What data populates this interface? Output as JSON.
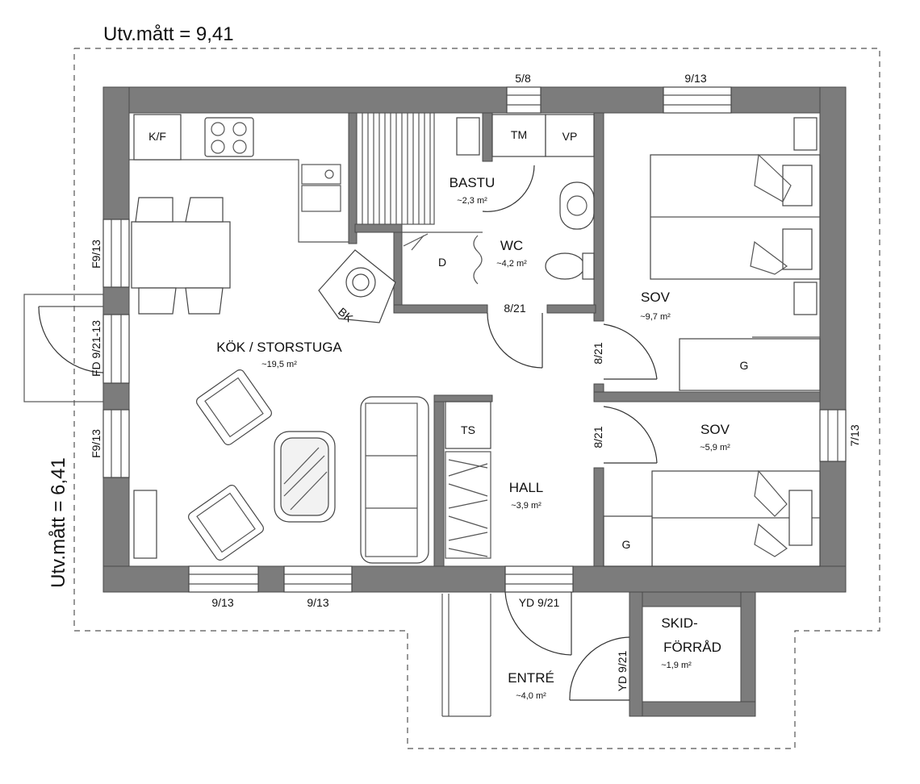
{
  "dimensions": {
    "width_label": "Utv.mått = 9,41",
    "depth_label": "Utv.mått = 6,41"
  },
  "rooms": {
    "kitchen": {
      "name": "KÖK / STORSTUGA",
      "area": "~19,5 m²"
    },
    "sauna": {
      "name": "BASTU",
      "area": "~2,3 m²"
    },
    "wc": {
      "name": "WC",
      "area": "~4,2 m²"
    },
    "bedroom1": {
      "name": "SOV",
      "area": "~9,7 m²"
    },
    "bedroom2": {
      "name": "SOV",
      "area": "~5,9 m²"
    },
    "hall": {
      "name": "HALL",
      "area": "~3,9 m²"
    },
    "entry": {
      "name": "ENTRÉ",
      "area": "~4,0 m²"
    },
    "ski_storage": {
      "name_line1": "SKID-",
      "name_line2": "FÖRRÅD",
      "area": "~1,9 m²"
    }
  },
  "fixtures": {
    "fridge": "K/F",
    "dryer": "TM",
    "water_heater": "VP",
    "shower": "D",
    "fireplace": "BK",
    "wardrobe": "TS",
    "closet1": "G",
    "closet2": "G"
  },
  "openings": {
    "top_window_1": "5/8",
    "top_window_2": "9/13",
    "left_window_1": "F9/13",
    "left_door": "FD 9/21-13",
    "left_window_2": "F9/13",
    "right_window": "7/13",
    "bottom_window_1": "9/13",
    "bottom_window_2": "9/13",
    "wc_door": "8/21",
    "bed1_door": "8/21",
    "bed2_door": "8/21",
    "entry_door": "YD 9/21",
    "ski_door": "YD 9/21"
  }
}
